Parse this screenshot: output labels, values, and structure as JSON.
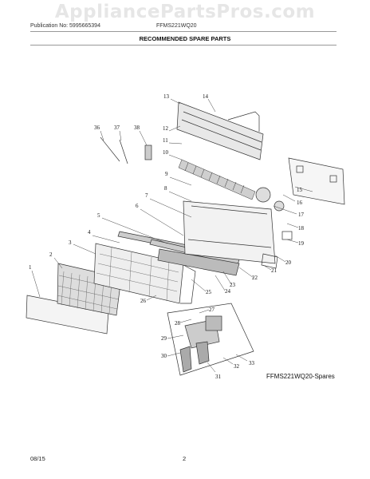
{
  "watermark": "AppliancePartsPros.com",
  "header": {
    "publication": "Publication No: 5995665394",
    "model": "FFMS221WQ20",
    "title": "RECOMMENDED SPARE PARTS"
  },
  "diagram_label": "FFMS221WQ20-Spares",
  "footer": {
    "date": "08/15",
    "page": "2"
  },
  "callouts": [
    "1",
    "2",
    "3",
    "4",
    "5",
    "6",
    "7",
    "8",
    "9",
    "10",
    "11",
    "12",
    "13",
    "14",
    "15",
    "16",
    "17",
    "18",
    "19",
    "20",
    "21",
    "22",
    "23",
    "24",
    "25",
    "26",
    "27",
    "28",
    "29",
    "30",
    "31",
    "32",
    "33",
    "36",
    "37",
    "38"
  ]
}
